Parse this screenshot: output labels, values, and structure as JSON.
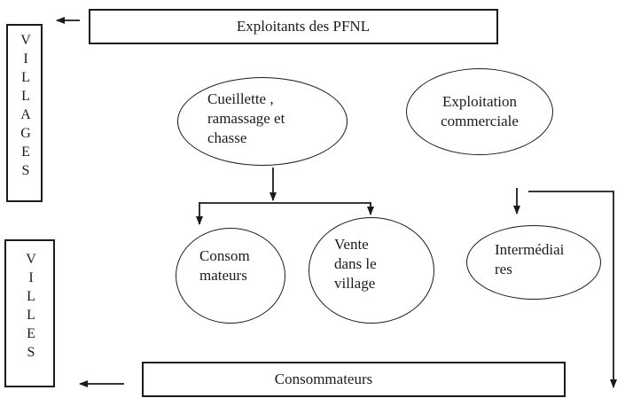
{
  "title": "Circuit des PFNL diagram",
  "colors": {
    "ink": "#1b1b1b",
    "paper": "#ffffff"
  },
  "nodes": {
    "exploitants_box": "Exploitants des PFNL",
    "villages_box": "VILLAGES",
    "villes_box": "VILLES",
    "consommateurs_box": "Consommateurs",
    "cueillette_ellipse": "Cueillette ,\nramassage et\nchasse",
    "exploitation_ellipse": "Exploitation\ncommerciale",
    "consommateurs_circle": "Consom\nmateurs",
    "vente_circle": "Vente\ndans le\nvillage",
    "intermediaires_ellipse": "Intermédiai\nres"
  }
}
